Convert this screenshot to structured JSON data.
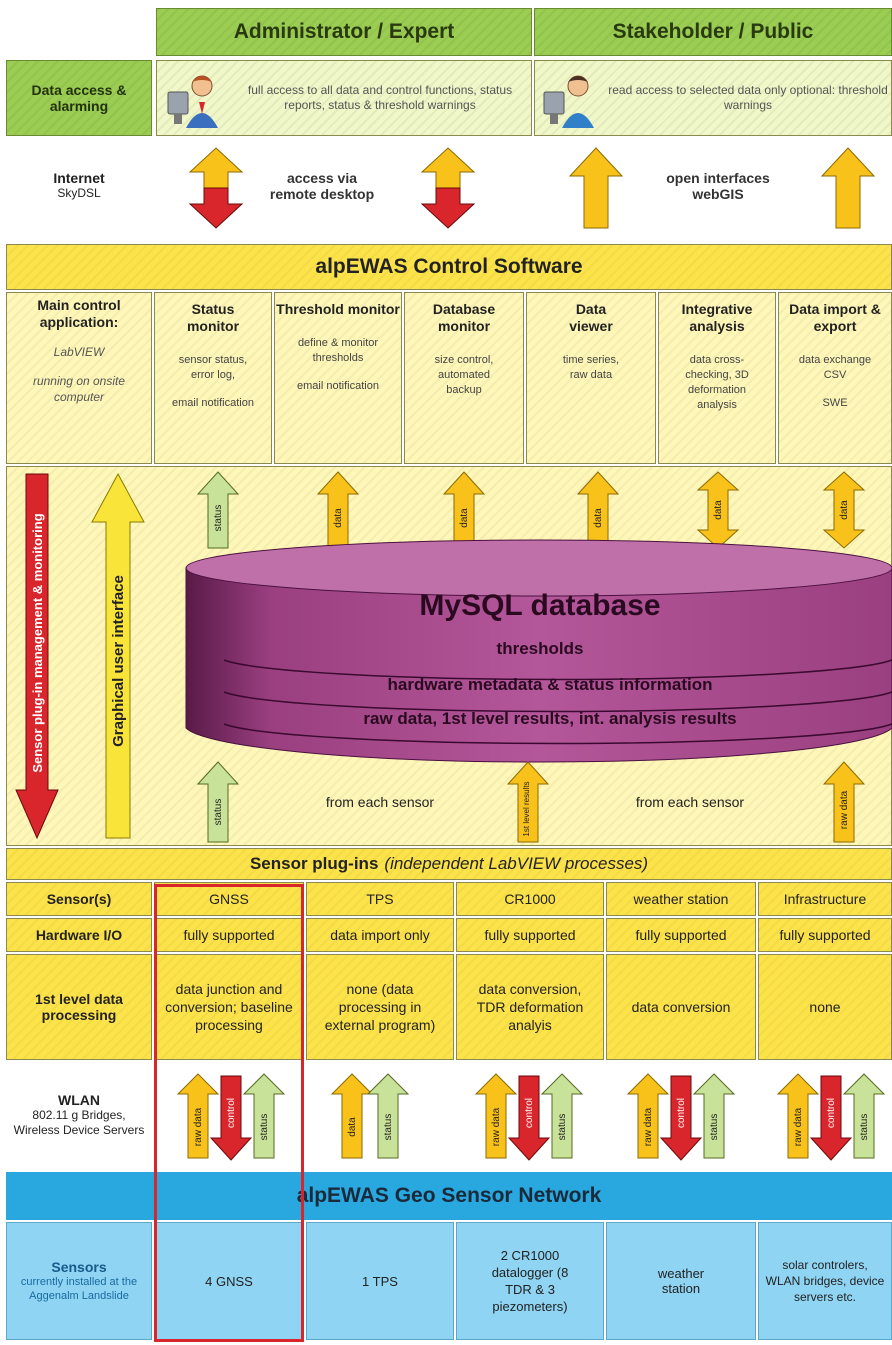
{
  "roles": {
    "admin": "Administrator / Expert",
    "public": "Stakeholder / Public"
  },
  "access": {
    "label": "Data access & alarming",
    "admin_text": "full access to all data and control functions, status reports, status & threshold warnings",
    "public_text": "read access to selected data only optional: threshold warnings"
  },
  "internet": {
    "title": "Internet",
    "sub": "SkyDSL",
    "admin": "access via remote desktop",
    "public": "open interfaces webGIS"
  },
  "control": {
    "title": "alpEWAS Control Software",
    "main": {
      "title": "Main control application:",
      "tool": "LabVIEW",
      "note": "running on onsite computer"
    },
    "modules": [
      {
        "title": "Status monitor",
        "desc": "sensor status, error log,",
        "desc2": "email notification"
      },
      {
        "title": "Threshold monitor",
        "desc": "define & monitor thresholds",
        "desc2": "email notification"
      },
      {
        "title": "Database monitor",
        "desc": "size control, automated backup",
        "desc2": ""
      },
      {
        "title": "Data viewer",
        "desc": "time series, raw data",
        "desc2": ""
      },
      {
        "title": "Integrative analysis",
        "desc": "data cross-checking, 3D deformation analysis",
        "desc2": ""
      },
      {
        "title": "Data import & export",
        "desc": "data exchange CSV",
        "desc2": "SWE"
      }
    ]
  },
  "db": {
    "title": "MySQL database",
    "layers": [
      "thresholds",
      "hardware metadata & status information",
      "raw data, 1st level results, int. analysis results"
    ]
  },
  "side": {
    "plugin_mgmt": "Sensor plug-in management & monitoring",
    "gui": "Graphical user interface"
  },
  "arrows": {
    "status": "status",
    "data": "data",
    "raw": "raw data",
    "control": "control",
    "level": "1st level results",
    "from1": "from each sensor",
    "from2": "from each sensor"
  },
  "plugins": {
    "title": "Sensor plug-ins",
    "subtitle": "(independent LabVIEW processes)",
    "rows": [
      "Sensor(s)",
      "Hardware I/O",
      "1st level data processing"
    ],
    "cols": [
      {
        "sensor": "GNSS",
        "hw": "fully supported",
        "proc": "data junction and conversion; baseline processing"
      },
      {
        "sensor": "TPS",
        "hw": "data import only",
        "proc": "none (data processing in external program)"
      },
      {
        "sensor": "CR1000",
        "hw": "fully supported",
        "proc": "data conversion, TDR deformation analyis"
      },
      {
        "sensor": "weather station",
        "hw": "fully supported",
        "proc": "data conversion"
      },
      {
        "sensor": "Infrastructure",
        "hw": "fully supported",
        "proc": "none"
      }
    ]
  },
  "wlan": {
    "title": "WLAN",
    "sub": "802.11 g Bridges, Wireless Device Servers"
  },
  "network": {
    "title": "alpEWAS Geo Sensor Network",
    "label": "Sensors",
    "sublabel": "currently installed at the Aggenalm Landslide",
    "sensors": [
      "4 GNSS",
      "1 TPS",
      "2 CR1000 datalogger (8 TDR & 3 piezometers)",
      "weather station",
      "solar controlers, WLAN bridges, device servers etc."
    ]
  },
  "colors": {
    "yellow": "#fde34a",
    "green": "#9acd52",
    "purple": "#a4407f",
    "red": "#d8262c",
    "blue": "#29a7df"
  }
}
